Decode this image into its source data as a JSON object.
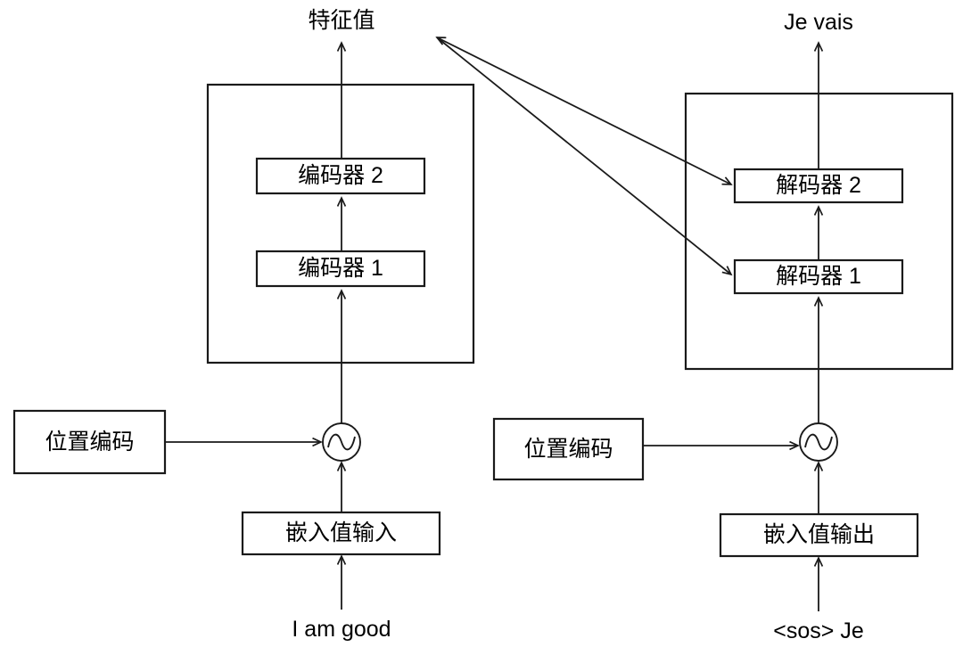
{
  "diagram": {
    "title": "Transformer encoder-decoder architecture",
    "stroke_color": "#1a1a1a",
    "fill_color": "#ffffff",
    "background": "#ffffff",
    "encoder_side": {
      "output_label": "特征值",
      "stack_boxes": [
        {
          "label": "编码器 2"
        },
        {
          "label": "编码器 1"
        }
      ],
      "positional_encoding_label": "位置编码",
      "sum_node_icon": "sine-wave-circle-icon",
      "embedding_label": "嵌入值输入",
      "input_text": "I am good"
    },
    "decoder_side": {
      "output_label": "Je vais",
      "stack_boxes": [
        {
          "label": "解码器 2"
        },
        {
          "label": "解码器 1"
        }
      ],
      "positional_encoding_label": "位置编码",
      "sum_node_icon": "sine-wave-circle-icon",
      "embedding_label": "嵌入值输出",
      "input_text": "<sos> Je"
    },
    "cross_attention": {
      "source_point_label": "encoder-output-branch",
      "targets": [
        "解码器 2",
        "解码器 1"
      ]
    }
  }
}
